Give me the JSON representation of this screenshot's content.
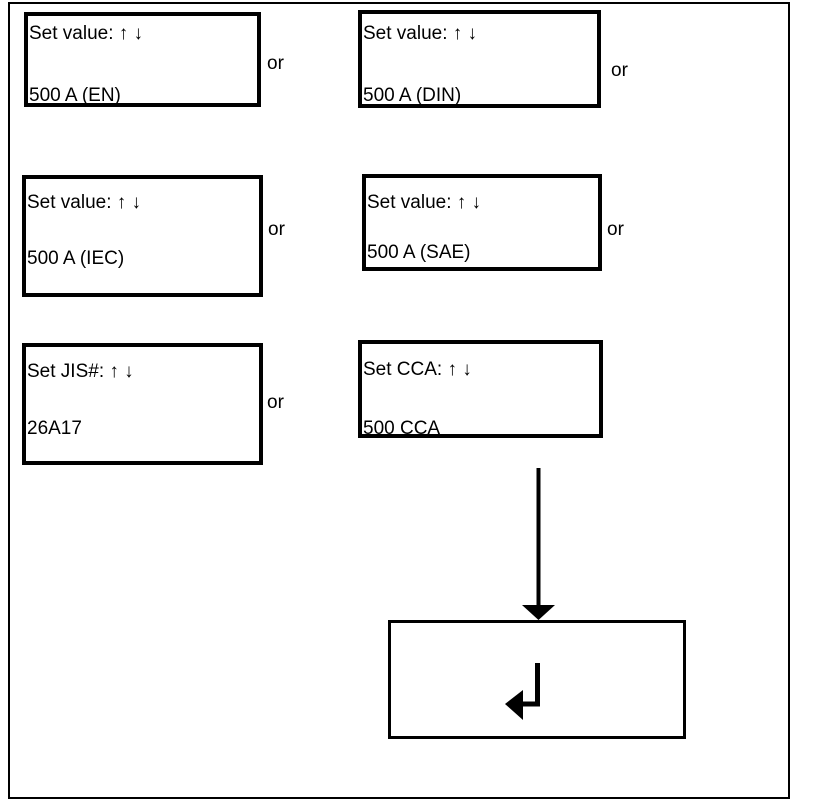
{
  "diagram": {
    "screens": [
      {
        "id": "en",
        "line1": "Set value: ↑ ↓",
        "line2": "500 A (EN)"
      },
      {
        "id": "din",
        "line1": "Set value: ↑ ↓",
        "line2": "500 A (DIN)"
      },
      {
        "id": "iec",
        "line1": "Set value: ↑ ↓",
        "line2": "500 A (IEC)"
      },
      {
        "id": "sae",
        "line1": "Set value: ↑ ↓",
        "line2": "500 A (SAE)"
      },
      {
        "id": "jis",
        "line1": "Set JIS#: ↑ ↓",
        "line2": "26A17"
      },
      {
        "id": "cca",
        "line1": "Set CCA: ↑ ↓",
        "line2": "500 CCA"
      }
    ],
    "or_labels": [
      "or",
      "or",
      "or",
      "or",
      "or"
    ],
    "icons": {
      "up_down_arrows": "↑ ↓",
      "flow_down_arrow": "▼",
      "enter_arrow": "↵"
    },
    "colors": {
      "foreground": "#000000",
      "background": "#ffffff"
    }
  }
}
